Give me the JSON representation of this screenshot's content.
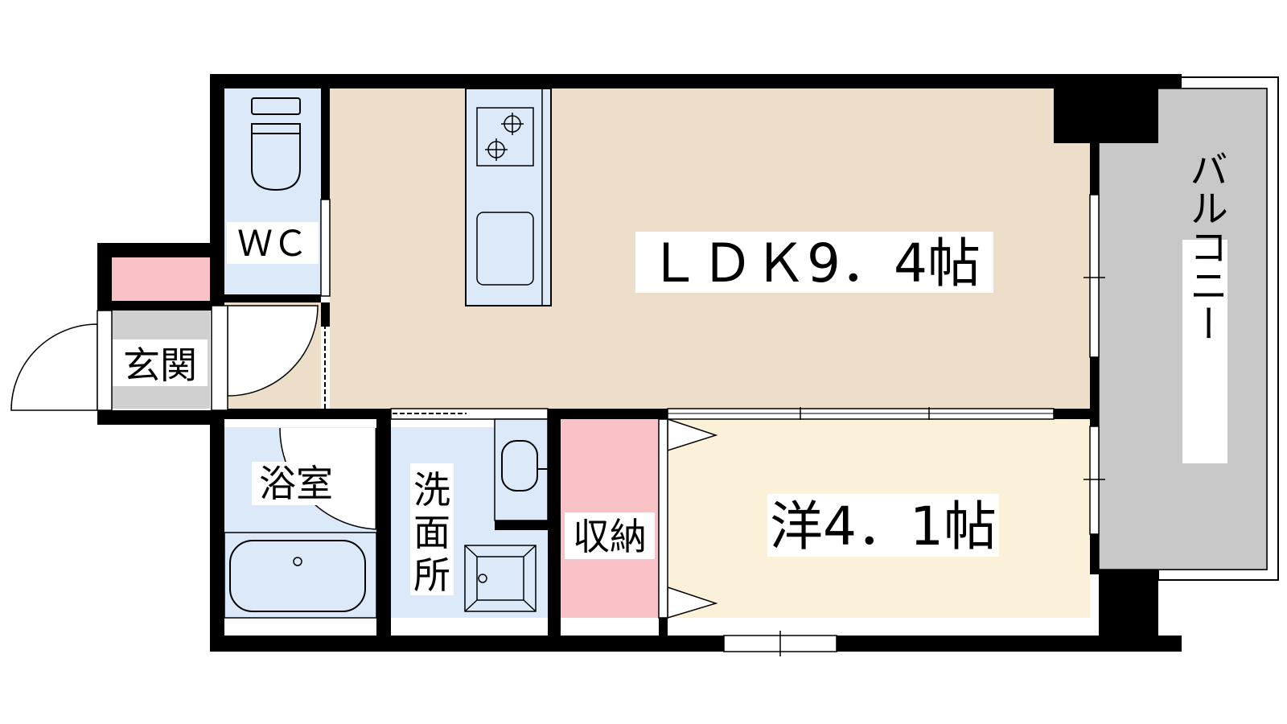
{
  "rooms": {
    "ldk": {
      "label": "ＬＤＫ9．4帖",
      "color": "#ecdec8"
    },
    "western": {
      "label": "洋4．1帖",
      "color": "#fbf0d8"
    },
    "wc": {
      "label": "ＷＣ",
      "color": "#dbe9f8"
    },
    "entrance": {
      "label": "玄関",
      "color": "#d0d0d0"
    },
    "bath": {
      "label": "浴室",
      "color": "#dbe9f8"
    },
    "washroom": {
      "label_lines": [
        "洗",
        "面",
        "所"
      ],
      "color": "#dbe9f8"
    },
    "storage": {
      "label": "収納",
      "color": "#f9c2c6"
    },
    "balcony": {
      "label": "バルコニー",
      "color": "#c8c8c8"
    },
    "shoe_closet": {
      "color": "#f9c2c6"
    }
  },
  "colors": {
    "wall": "#000000",
    "fixture": "#dbe9f8"
  }
}
